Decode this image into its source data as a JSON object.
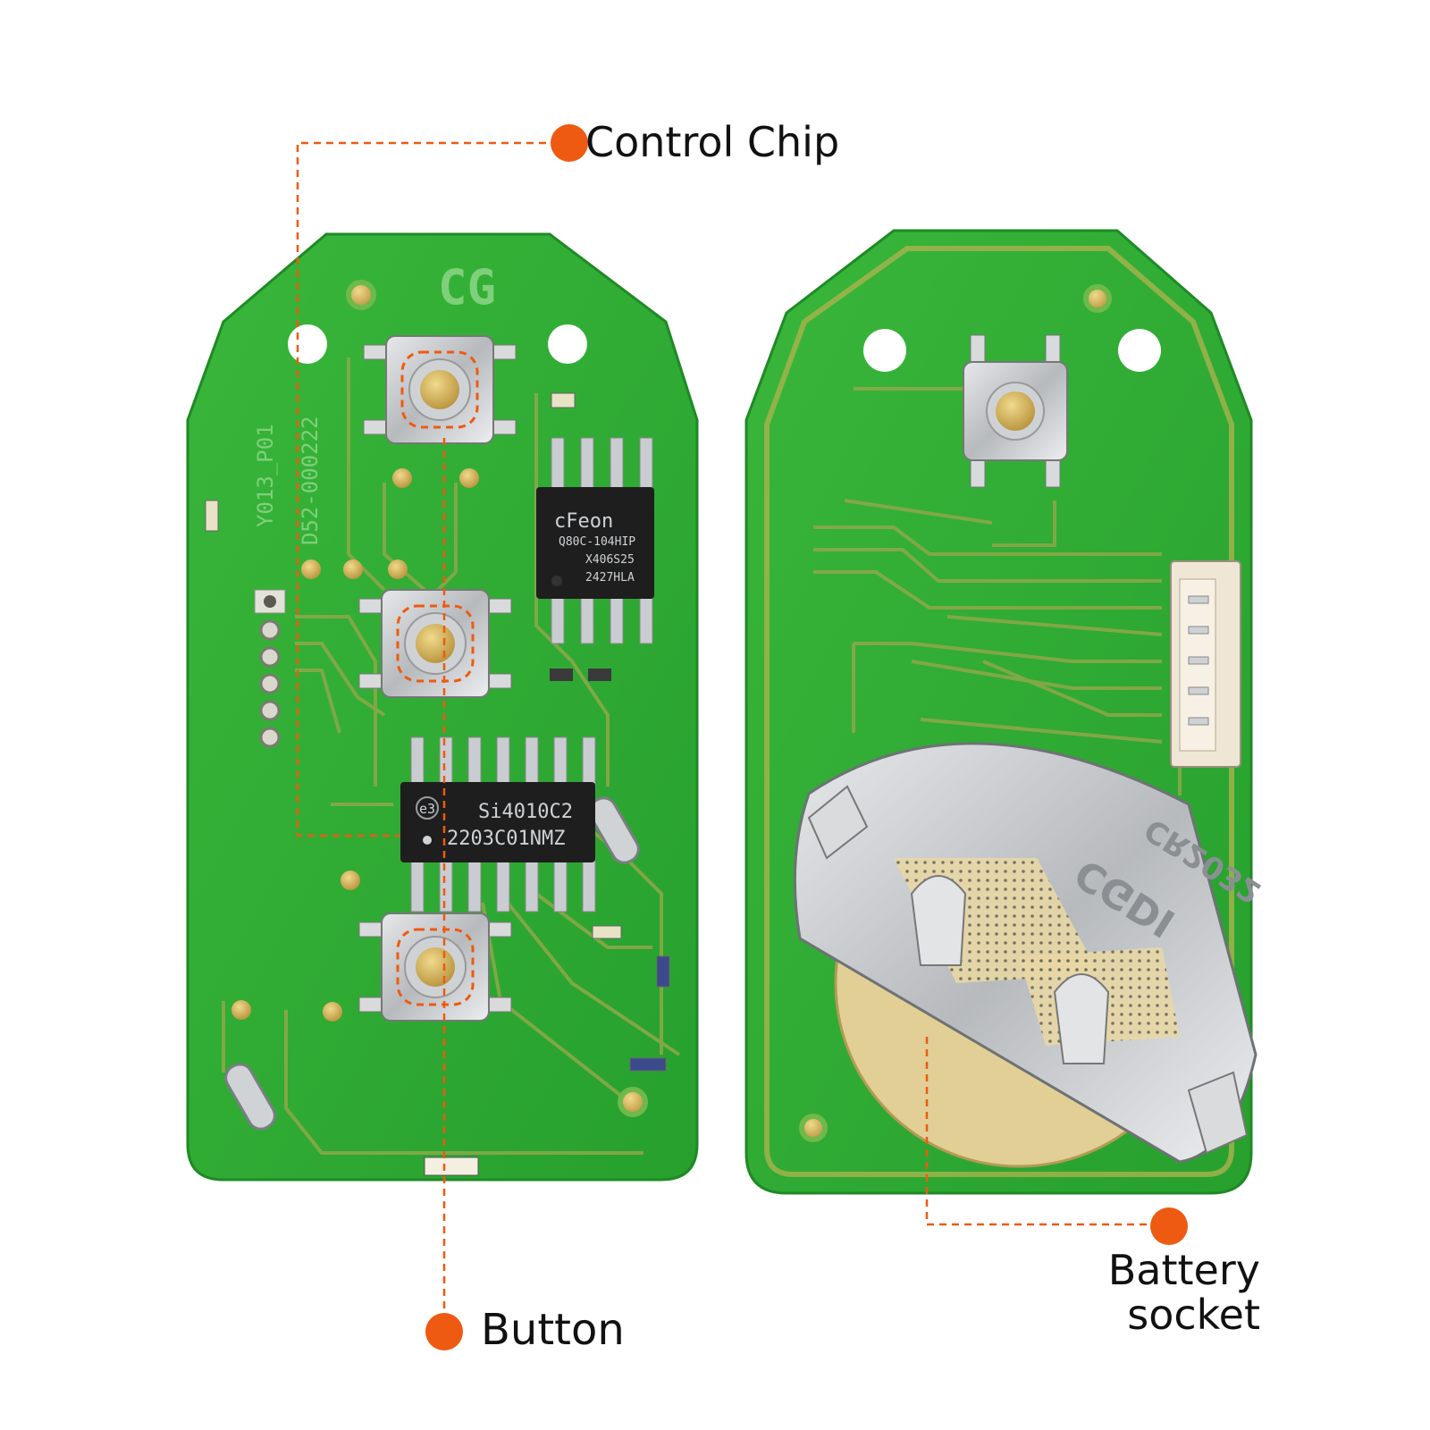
{
  "callouts": {
    "control_chip": "Control Chip",
    "button": "Button",
    "battery_socket": "Battery socket"
  },
  "board_markings": {
    "logo": "CG",
    "silk_line1": "Y013_P01",
    "silk_line2": "D52-000222"
  },
  "chips": {
    "eeprom": {
      "line1": "cFeon",
      "line2": "Q80C-104HIP",
      "line3": "X406S25",
      "line4": "2427HLA"
    },
    "controller": {
      "badge": "e3",
      "line1": "Si4010C2",
      "line2": "2203C01NMZ"
    }
  },
  "battery_holder": {
    "line1": "CGDI",
    "line2": "CR2032"
  },
  "colors": {
    "accent": "#ee5a11",
    "pcb": "#2fae2f",
    "pcb_dark": "#1d8f27",
    "trace": "#9bb04a",
    "gold": "#c7a94e",
    "metal": "#c6c8ca"
  },
  "icons": {
    "callout_marker": "orange-dot-icon",
    "button": "tactile-switch-icon"
  }
}
